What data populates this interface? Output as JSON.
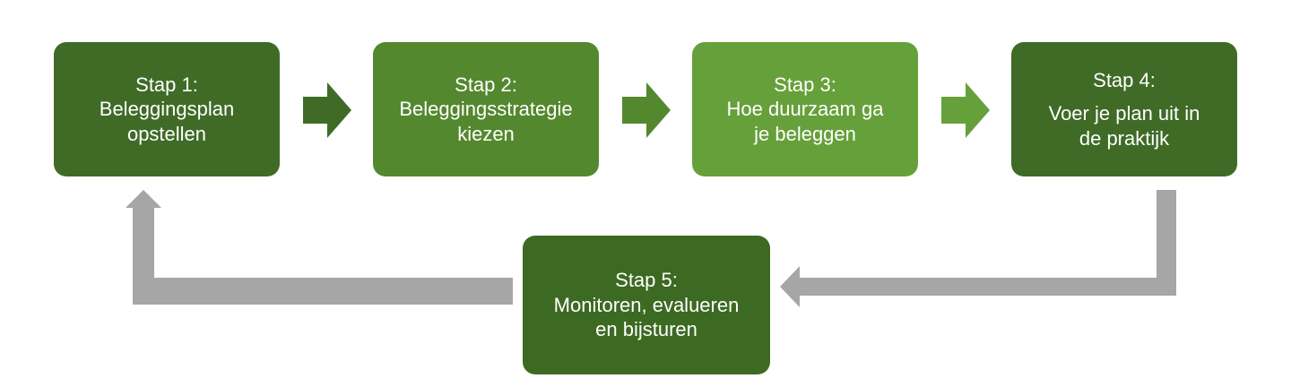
{
  "colors": {
    "step_1": "#3f6b27",
    "step_2": "#54882f",
    "step_3": "#66a03a",
    "step_4": "#3f6b27",
    "step_5": "#3d6a22",
    "arrow_1": "#3f6b27",
    "arrow_2": "#54882f",
    "arrow_3": "#66a03a",
    "return_arrow": "#a6a6a6"
  },
  "steps": [
    {
      "lines": [
        "Stap 1:",
        "Beleggingsplan",
        "opstellen"
      ]
    },
    {
      "lines": [
        "Stap 2:",
        "Beleggingsstrategie",
        "kiezen"
      ]
    },
    {
      "lines": [
        "Stap 3:",
        "Hoe duurzaam ga",
        "je beleggen"
      ]
    },
    {
      "lines": [
        "Stap 4:",
        "Voer je plan uit in",
        "de praktijk"
      ]
    },
    {
      "lines": [
        "Stap 5:",
        "Monitoren, evalueren",
        "en bijsturen"
      ]
    }
  ]
}
